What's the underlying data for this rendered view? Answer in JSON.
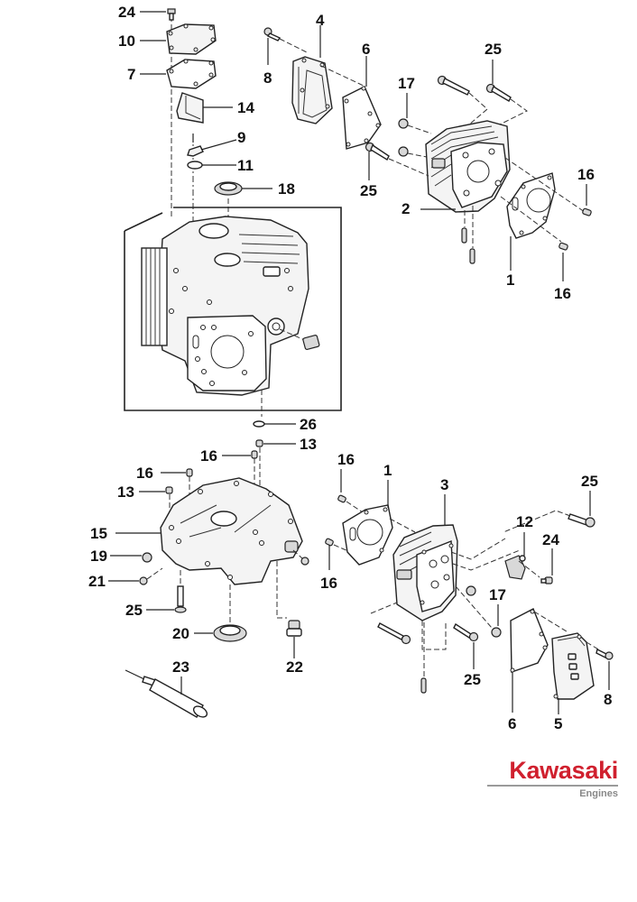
{
  "brand": {
    "name": "Kawasaki",
    "subtitle": "Engines",
    "color": "#d0202e",
    "subtitle_color": "#888888"
  },
  "callouts": {
    "c24_top": "24",
    "c10": "10",
    "c7": "7",
    "c14": "14",
    "c9": "9",
    "c11": "11",
    "c18": "18",
    "c26": "26",
    "c8_top": "8",
    "c4": "4",
    "c6_top": "6",
    "c17_top": "17",
    "c25_top": "25",
    "c25_top_left": "25",
    "c2": "2",
    "c16_top_a": "16",
    "c1_top": "1",
    "c16_top_b": "16",
    "c13_a": "13",
    "c16_mid_a": "16",
    "c16_mid_b": "16",
    "c13_b": "13",
    "c15": "15",
    "c19": "19",
    "c21": "21",
    "c25_bottom_left": "25",
    "c20": "20",
    "c22": "22",
    "c23": "23",
    "c16_bot_a": "16",
    "c1_bottom": "1",
    "c3": "3",
    "c16_bot_b": "16",
    "c12": "12",
    "c24_bottom": "24",
    "c25_bottom_right": "25",
    "c17_bottom": "17",
    "c25_bottom_mid": "25",
    "c6_bottom": "6",
    "c5": "5",
    "c8_bottom": "8"
  }
}
